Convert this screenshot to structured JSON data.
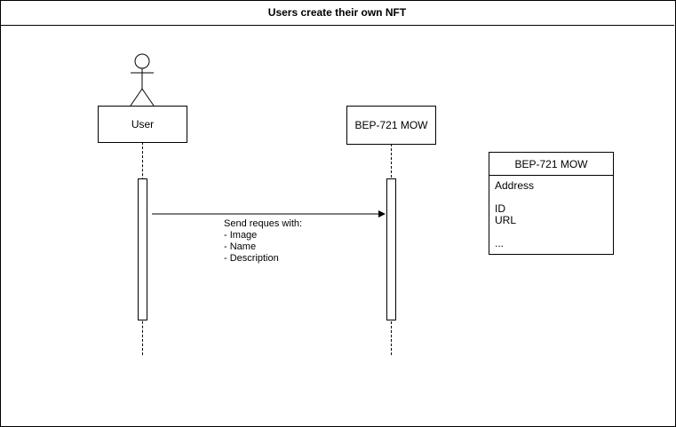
{
  "diagram": {
    "title": "Users create their own NFT",
    "actor_label": "User",
    "participant_label": "BEP-721 MOW",
    "message": {
      "lines": [
        "Send reques with:",
        "- Image",
        "- Name",
        "- Description"
      ]
    },
    "class_box": {
      "header": "BEP-721 MOW",
      "fields": [
        "Address",
        "",
        "ID",
        "URL",
        "",
        "..."
      ]
    }
  }
}
